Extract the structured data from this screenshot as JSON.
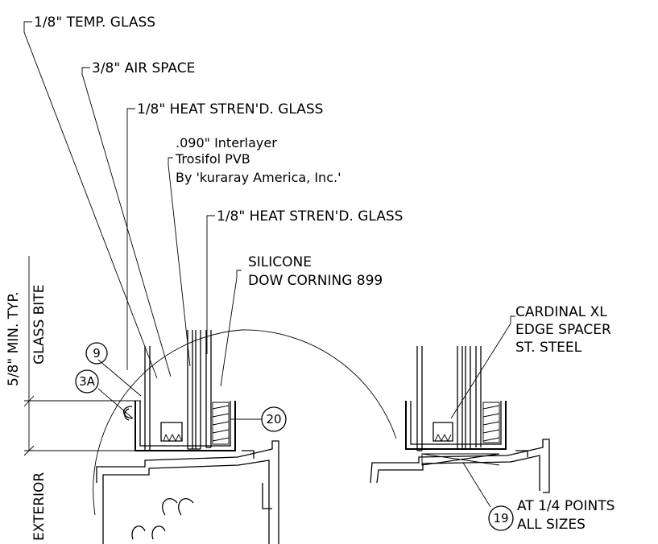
{
  "callouts": {
    "temp_glass": "1/8\" TEMP. GLASS",
    "air_space": "3/8\" AIR SPACE",
    "heat_glass_1": "1/8\" HEAT STREN'D. GLASS",
    "interlayer_1": ".090\" Interlayer",
    "interlayer_2": "Trosifol PVB",
    "interlayer_3": "By 'kuraray America, Inc.'",
    "heat_glass_2": "1/8\" HEAT STREN'D. GLASS",
    "silicone_1": "SILICONE",
    "silicone_2": "DOW CORNING 899",
    "spacer_1": "CARDINAL XL",
    "spacer_2": "EDGE SPACER",
    "spacer_3": "ST. STEEL",
    "points_1": "AT 1/4 POINTS",
    "points_2": "ALL SIZES"
  },
  "vertical": {
    "min_typ": "5/8\" MIN. TYP.",
    "glass_bite": "GLASS BITE",
    "exterior": "EXTERIOR"
  },
  "tags": {
    "t9": "9",
    "t3a": "3A",
    "t20": "20",
    "t19": "19"
  }
}
